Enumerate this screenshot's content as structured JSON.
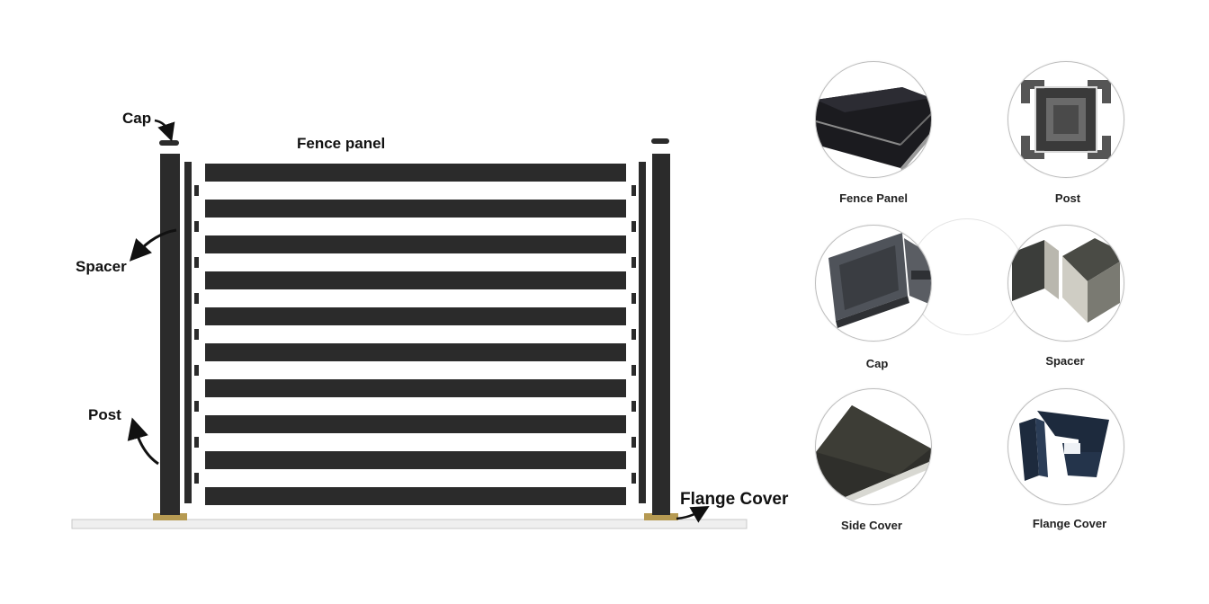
{
  "diagram": {
    "labels": {
      "cap": "Cap",
      "fence_panel": "Fence panel",
      "spacer": "Spacer",
      "post": "Post",
      "flange_cover": "Flange Cover"
    },
    "slat_count": 10,
    "colors": {
      "metal": "#2b2b2b",
      "ground": "#efefef",
      "flange": "#b69a52"
    }
  },
  "components": [
    {
      "label": "Fence Panel",
      "icon": "fence-panel-photo"
    },
    {
      "label": "Post",
      "icon": "post-photo"
    },
    {
      "label": "Cap",
      "icon": "cap-photo"
    },
    {
      "label": "Spacer",
      "icon": "spacer-photo"
    },
    {
      "label": "Side Cover",
      "icon": "side-cover-photo"
    },
    {
      "label": "Flange Cover",
      "icon": "flange-cover-photo"
    }
  ]
}
